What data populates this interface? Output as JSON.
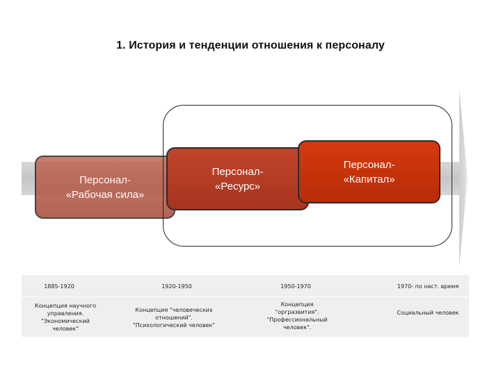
{
  "title": "1. История и тенденции отношения к персоналу",
  "colors": {
    "arrow": "#d0d0d0",
    "stage_1": "#b35b48",
    "stage_2": "#b23c24",
    "stage_3": "#c8330b",
    "timeline_background": "#efefef"
  },
  "stages": [
    {
      "label": "Персонал-\n«Рабочая сила»"
    },
    {
      "label": "Персонал-\n«Ресурс»"
    },
    {
      "label": "Персонал-\n«Капитал»"
    }
  ],
  "timeline": {
    "periods": [
      "1885-1920",
      "1920-1950",
      "1950-1970",
      "1970- по наст. время"
    ],
    "concepts": [
      "Концепция научного\nуправления.\n\"Экономический\nчеловек\"",
      "Концепция \"человеческих\nотношений\".\n\"Психологический человек\"",
      "Концепция\n\"оргразвития\".\n\"Профессиональный\nчеловек\".",
      "Социальный человек"
    ]
  }
}
